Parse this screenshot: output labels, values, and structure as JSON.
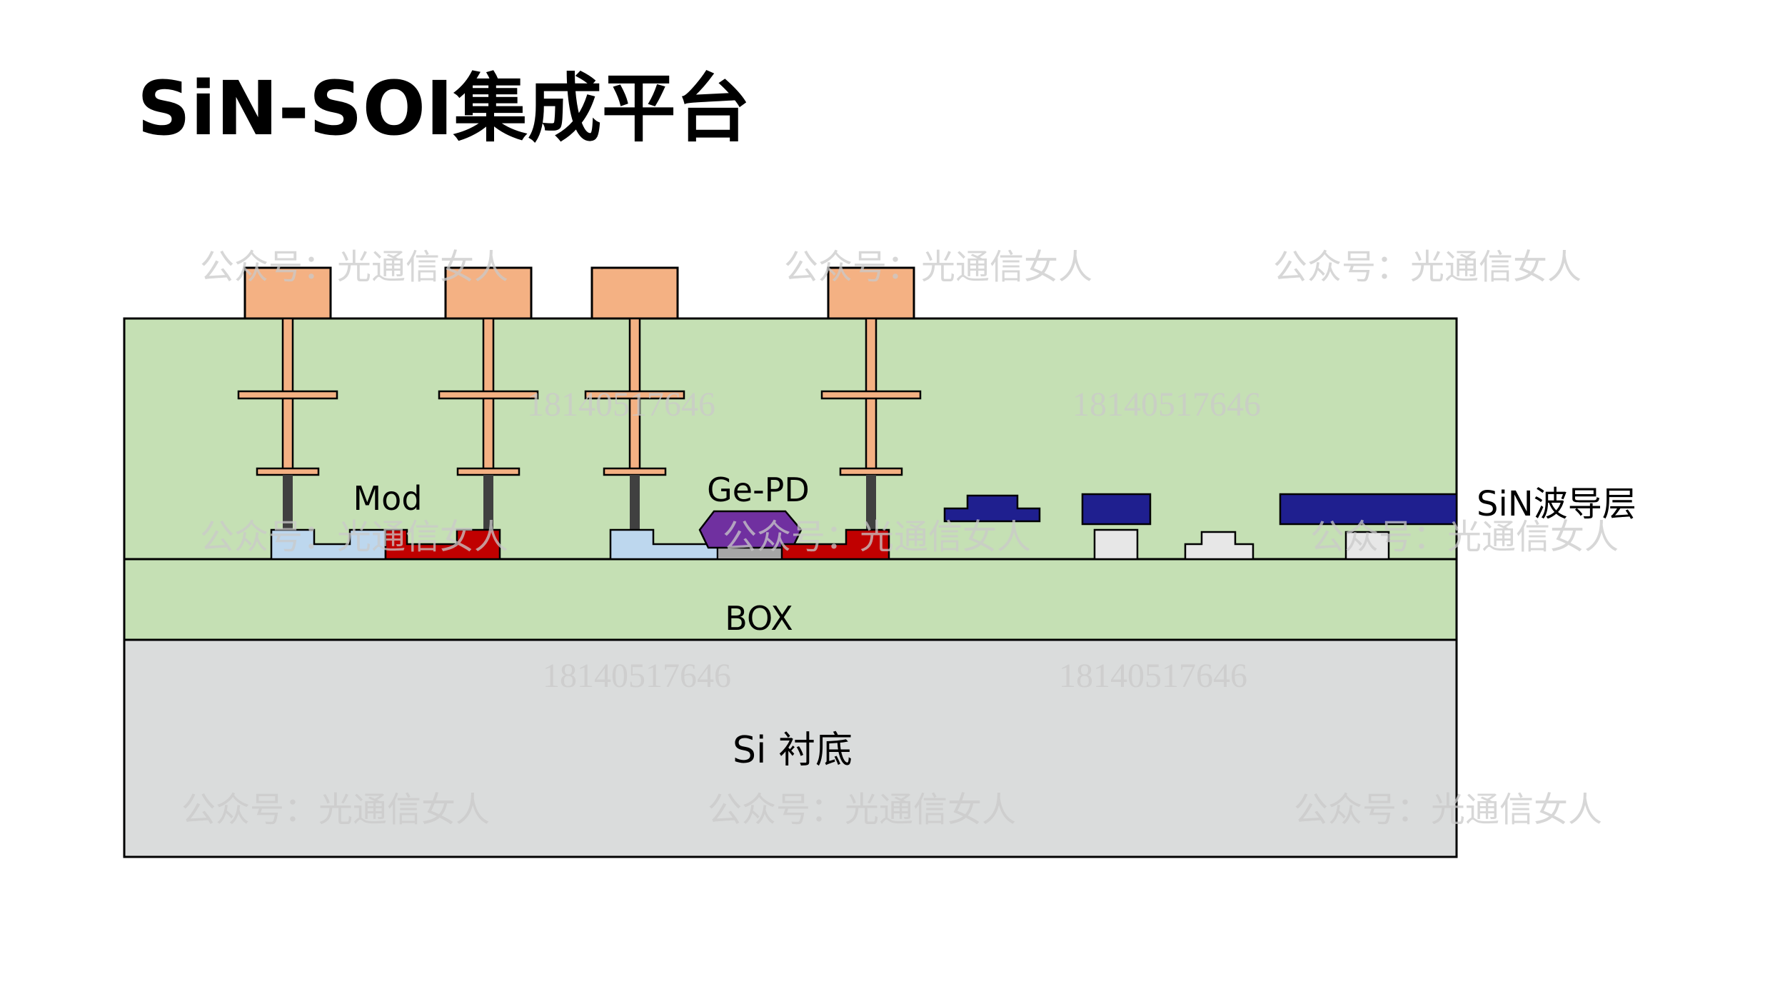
{
  "title": "SiN-SOI集成平台",
  "labels": {
    "mod": "Mod",
    "ge_pd": "Ge-PD",
    "sin_layer": "SiN波导层",
    "box": "BOX",
    "substrate": "Si 衬底"
  },
  "watermarks": {
    "account": "公众号：光通信女人",
    "phone": "18140517646"
  },
  "colors": {
    "cladding": "#c5e0b4",
    "substrate": "#dadcdc",
    "metal_pad": "#f4b183",
    "via": "#404040",
    "p_doped_si": "#bdd7ee",
    "n_doped_si": "#c00000",
    "germanium": "#7030a0",
    "sin_waveguide": "#1f1f8f",
    "si_waveguide": "#e7e7e7",
    "outline": "#000000"
  }
}
